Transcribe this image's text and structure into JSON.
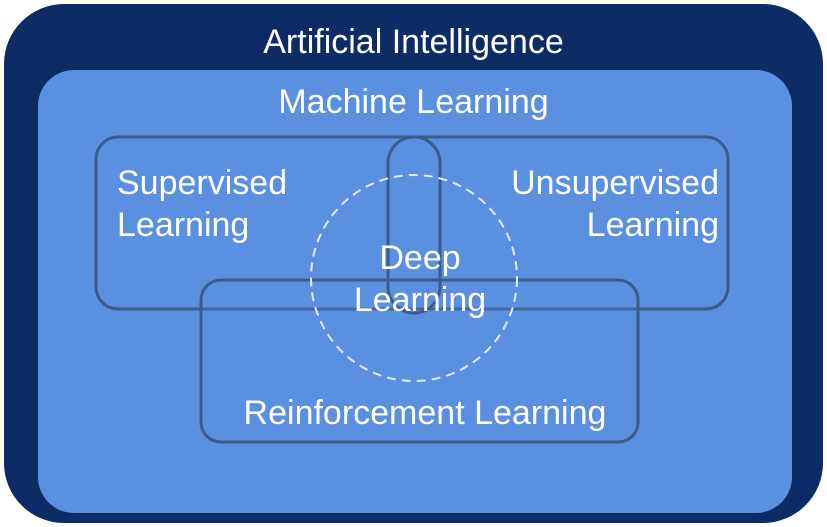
{
  "diagram": {
    "outer": {
      "label": "Artificial Intelligence",
      "fill": "#0d2c66"
    },
    "inner": {
      "label": "Machine Learning",
      "fill": "#5b8fe0"
    },
    "supervised": {
      "line1": "Supervised",
      "line2": "Learning"
    },
    "unsupervised": {
      "line1": "Unsupervised",
      "line2": "Learning"
    },
    "deep": {
      "line1": "Deep",
      "line2": "Learning"
    },
    "reinforcement": {
      "label": "Reinforcement Learning"
    },
    "colors": {
      "box_stroke": "#3c5a8c",
      "box_fill": "#5b8fe0",
      "dashed_circle": "#e4ecfa",
      "text": "#ffffff"
    }
  }
}
